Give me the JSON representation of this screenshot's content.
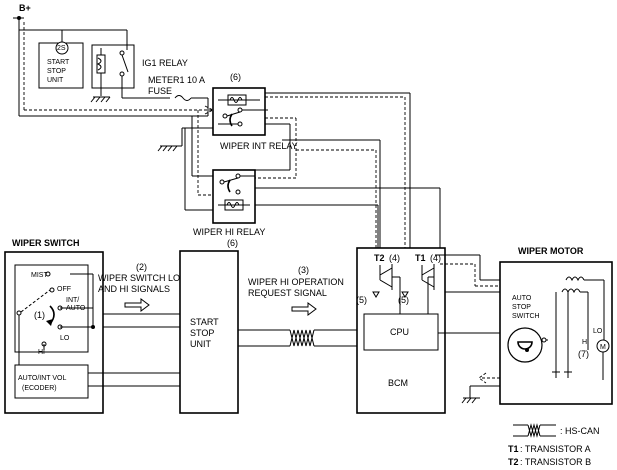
{
  "supply": {
    "label": "B+"
  },
  "start_stop_unit_small": {
    "line1": "START",
    "line2": "STOP",
    "line3": "UNIT",
    "marker": "2S"
  },
  "ig1_relay": {
    "label": "IG1 RELAY"
  },
  "meter1_fuse": {
    "line1": "METER1 10 A",
    "line2": "FUSE"
  },
  "wiper_int_relay": {
    "label": "WIPER INT RELAY",
    "ref": "(6)"
  },
  "wiper_hi_relay": {
    "label": "WIPER HI RELAY",
    "ref": "(6)"
  },
  "wiper_switch": {
    "title": "WIPER SWITCH",
    "positions": [
      "MIST",
      "OFF",
      "INT/",
      "AUTO",
      "LO",
      "HI"
    ],
    "ref": "(1)",
    "encoder_line1": "AUTO/INT VOL",
    "encoder_line2": "(ECODER)"
  },
  "signal_2": {
    "ref": "(2)",
    "line1": "WIPER SWITCH LO",
    "line2": "AND HI SIGNALS"
  },
  "start_stop_unit_main": {
    "line1": "START",
    "line2": "STOP",
    "line3": "UNIT"
  },
  "signal_3": {
    "ref": "(3)",
    "line1": "WIPER HI OPERATION",
    "line2": "REQUEST SIGNAL"
  },
  "bcm": {
    "label": "BCM",
    "cpu": "CPU",
    "t2": "T2",
    "t2_ref": "(4)",
    "t1": "T1",
    "t1_ref": "(4)",
    "ref5a": "(5)",
    "ref5b": "(5)"
  },
  "wiper_motor": {
    "title": "WIPER MOTOR",
    "auto_stop_line1": "AUTO",
    "auto_stop_line2": "STOP",
    "auto_stop_line3": "SWITCH",
    "hi": "HI",
    "lo": "LO",
    "ref": "(7)",
    "m": "M"
  },
  "legend": {
    "hs_can": ": HS-CAN",
    "t1_key": "T1",
    "t1_text": ": TRANSISTOR A",
    "t2_key": "T2",
    "t2_text": ": TRANSISTOR B"
  }
}
